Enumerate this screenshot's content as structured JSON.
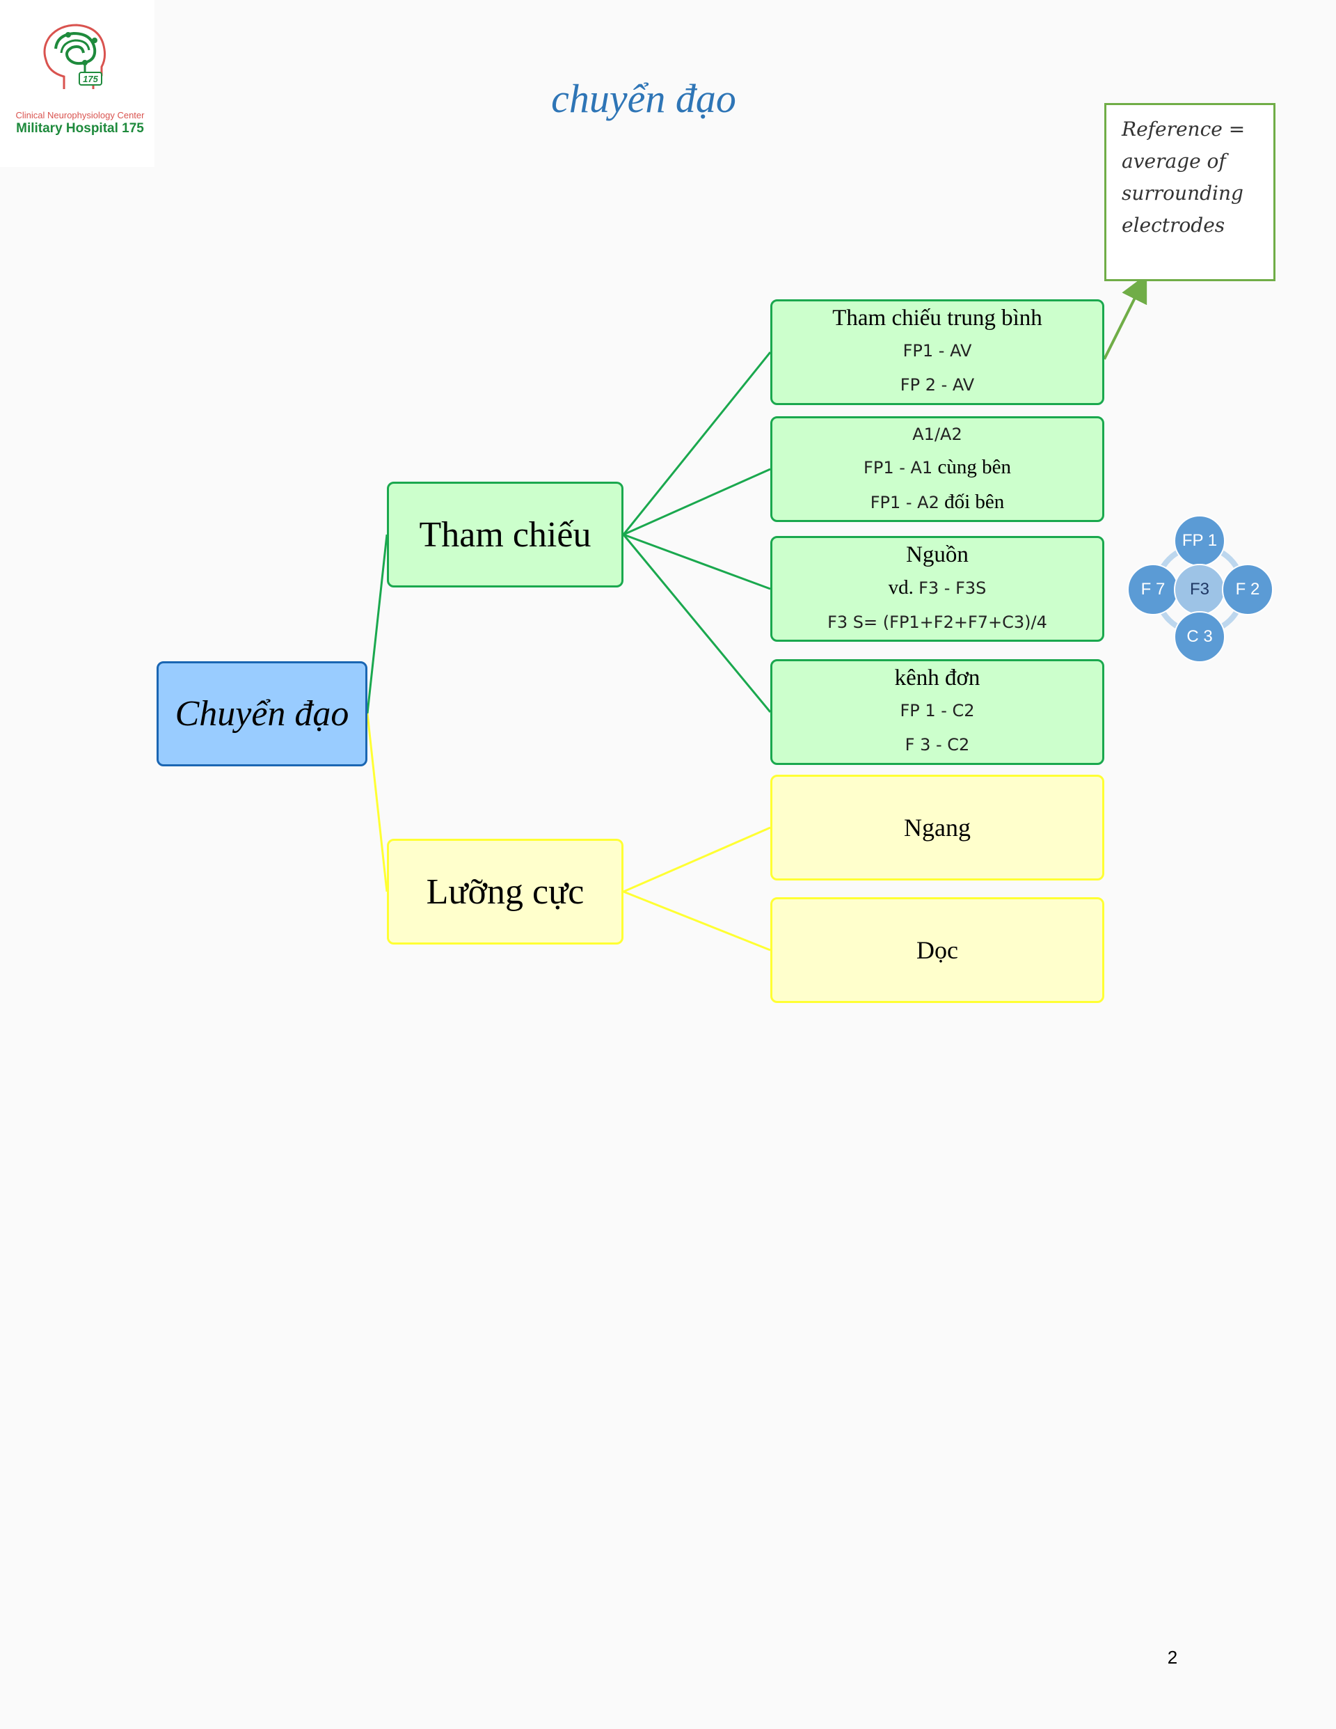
{
  "logo": {
    "center_text": "Clinical Neurophysiology Center",
    "hospital_text": "Military Hospital 175",
    "badge_number": "175",
    "colors": {
      "red": "#d9534f",
      "green": "#1e8a3c"
    }
  },
  "title": "chuyển đạo",
  "root": {
    "label": "Chuyển đạo"
  },
  "branches": {
    "referential": {
      "label": "Tham chiếu"
    },
    "bipolar": {
      "label": "Lưỡng cực"
    }
  },
  "leaves": {
    "average": {
      "title": "Tham chiếu trung bình",
      "line1": "FP1 - AV",
      "line2": "FP 2 - AV"
    },
    "a1a2": {
      "title": "A1/A2",
      "line1_code": "FP1 - A1",
      "line1_text": "cùng bên",
      "line2_code": "FP1 - A2",
      "line2_text": "đối bên"
    },
    "source": {
      "title": "Nguồn",
      "line1_text": "vd.",
      "line1_code": "F3 - F3S",
      "line2": "F3 S= (FP1+F2+F7+C3)/4"
    },
    "single": {
      "title": "kênh đơn",
      "line1": "FP 1 - C2",
      "line2": "F 3 - C2"
    },
    "horizontal": {
      "label": "Ngang"
    },
    "vertical": {
      "label": "Dọc"
    }
  },
  "reference_note": {
    "line1": "Reference =",
    "line2": "average of",
    "line3": "surrounding",
    "line4": "electrodes"
  },
  "electrodes": {
    "top": "FP 1",
    "left": "F 7",
    "center": "F3",
    "right": "F 2",
    "bottom": "C 3"
  },
  "page_number": "2",
  "colors": {
    "green_fill": "#ccffcc",
    "green_border": "#1aa84e",
    "yellow_fill": "#ffffcc",
    "yellow_border": "#ffff33",
    "blue_fill": "#99ccff",
    "blue_border": "#1a66b3",
    "title_blue": "#2e75b6",
    "electrode_blue": "#5b9bd5"
  }
}
